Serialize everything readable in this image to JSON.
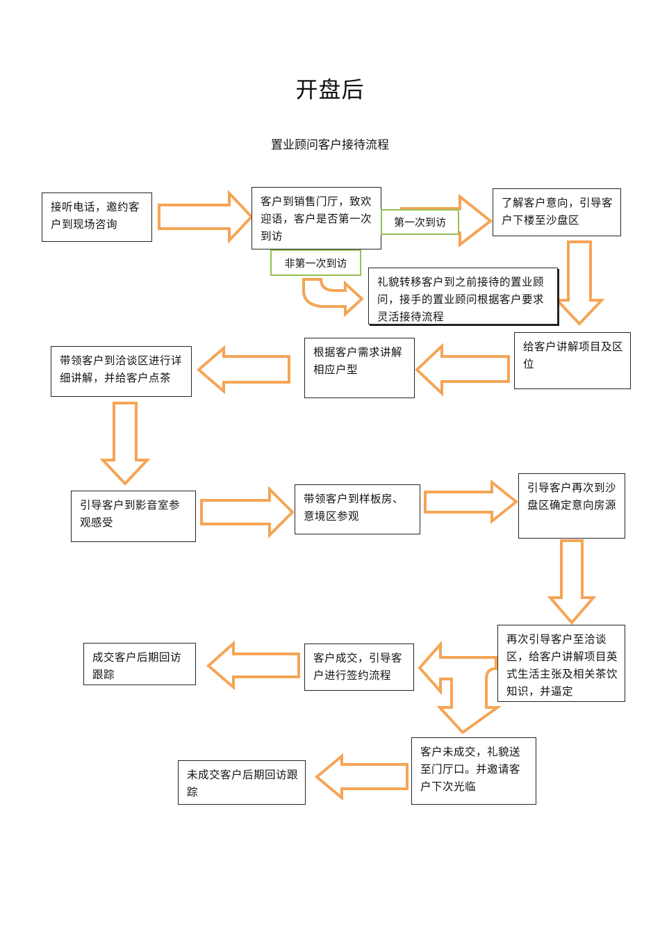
{
  "title": "开盘后",
  "subtitle": "置业顾问客户接待流程",
  "nodes": {
    "n1": "接听电话，邀约客户到现场咨询",
    "n2": "客户到销售门厅，致欢迎语，客户是否第一次到访",
    "n3": "了解客户意向，引导客户下楼至沙盘区",
    "n4": "礼貌转移客户到之前接待的置业顾问，接手的置业顾问根据客户要求灵活接待流程",
    "n5": "给客户讲解项目及区位",
    "n6": "根据客户需求讲解相应户型",
    "n7": "带领客户到洽谈区进行详细讲解，并给客户点茶",
    "n8": "引导客户到影音室参观感受",
    "n9": "带领客户到样板房、意境区参观",
    "n10": "引导客户再次到沙盘区确定意向房源",
    "n11": "再次引导客户至洽谈区，给客户讲解项目英式生活主张及相关茶饮知识，并逼定",
    "n12": "客户成交，引导客户进行签约流程",
    "n13": "成交客户后期回访跟踪",
    "n14": "客户未成交，礼貌送至门厅口。并邀请客户下次光临",
    "n15": "未成交客户后期回访跟踪"
  },
  "branches": {
    "first_visit": "第一次到访",
    "not_first_visit": "非第一次到访"
  },
  "colors": {
    "arrow_outline": "#f5a455",
    "tag_border": "#92c150",
    "box_border": "#222222"
  }
}
